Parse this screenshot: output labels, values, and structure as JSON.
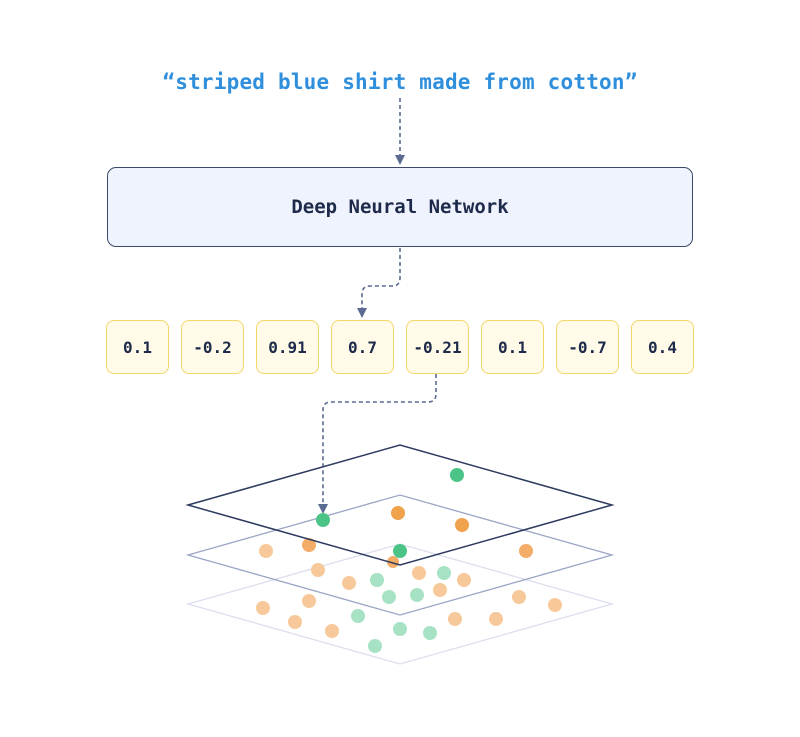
{
  "query_text": "“striped blue shirt made from cotton”",
  "model": {
    "label": "Deep Neural Network"
  },
  "embedding": {
    "values": [
      "0.1",
      "-0.2",
      "0.91",
      "0.7",
      "-0.21",
      "0.1",
      "-0.7",
      "0.4"
    ]
  },
  "colors": {
    "query_text": "#2f8fdc",
    "box_border": "#3b4a6b",
    "box_fill": "#eff3fd",
    "cell_border": "#f3d768",
    "cell_fill": "#fffbe8",
    "arrow": "#5a6a92",
    "point_green": "#4cc487",
    "point_orange": "#f0a24c"
  }
}
